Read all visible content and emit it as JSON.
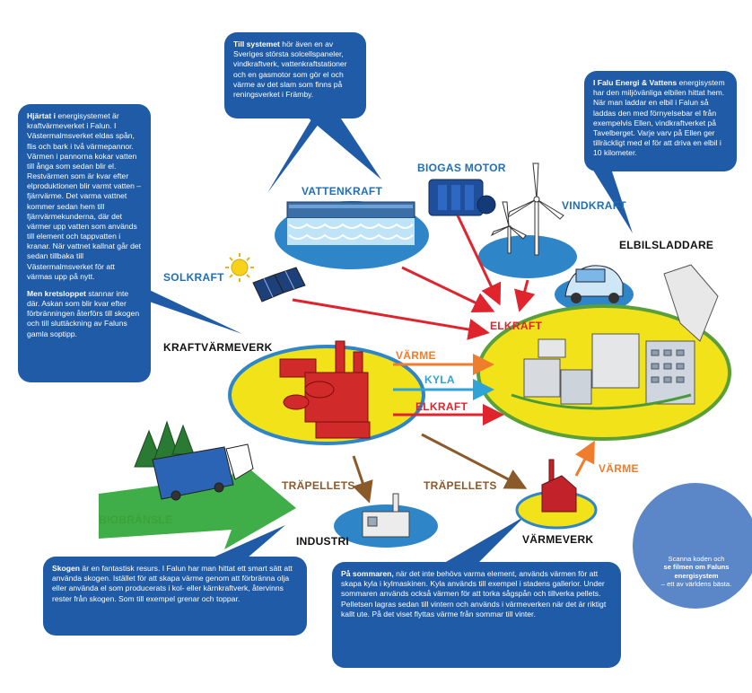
{
  "bubbles": {
    "till_systemet": {
      "lead": "Till systemet",
      "body": " hör även en av Sveriges största solcellspaneler, vindkraftverk, vattenkraftstationer och en gasmotor som gör el och värme av det slam som finns på reningsverket i Främby."
    },
    "falu_energi": {
      "lead": "I Falu Energi & Vattens",
      "body": " energisystem har den miljövänliga elbilen hittat hem. När man laddar en elbil i Falun så laddas den med förnyelsebar el från exempelvis Ellen, vindkraftverket på Tavelberget. Varje varv på Ellen ger tillräckligt med el för att driva en elbil i 10 kilometer."
    },
    "hjartat": {
      "lead": "Hjärtat i",
      "body": " energisystemet är kraftvärmeverket i Falun. I Västermalmsverket eldas spån, flis och bark i två värmepannor. Värmen i pannorna kokar vatten till ånga som sedan blir el. Restvärmen som är kvar efter elproduktionen blir varmt vatten – fjärrvärme. Det varma vattnet kommer sedan hem till fjärrvärmekunderna, där det värmer upp vatten som används till element och tappvatten i kranar. När vattnet kallnat går det sedan tillbaka till Västermalmsverket för att värmas upp på nytt.",
      "lead2": "Men kretsloppet",
      "body2": " stannar inte där. Askan som blir kvar efter förbränningen återförs till skogen och till sluttäckning av Faluns gamla soptipp."
    },
    "skogen": {
      "lead": "Skogen",
      "body": " är en fantastisk resurs. I Falun har man hittat ett smart sätt att använda skogen. Istället för att skapa värme genom att förbränna olja eller använda el som producerats i kol- eller kärnkraftverk, återvinns rester från skogen. Som till exempel grenar och toppar."
    },
    "sommaren": {
      "lead": "På sommaren,",
      "body": " när det inte behövs varma element, används värmen för att skapa kyla i kylmaskinen. Kyla används till exempel i stadens gallerior. Under sommaren används också värmen för att torka sågspån och tillverka pellets. Pelletsen lagras sedan till vintern och används i värmeverken när det är riktigt kallt ute. På det viset flyttas värme från sommar till vinter."
    }
  },
  "labels": {
    "vattenkraft": "VATTENKRAFT",
    "biogas": "BIOGAS MOTOR",
    "vindkraft": "VINDKRAFT",
    "elbilsladdare": "ELBILSLADDARE",
    "solkraft": "SOLKRAFT",
    "elkraft_top": "ELKRAFT",
    "kraftvarmeverk": "KRAFTVÄRMEVERK",
    "varme_1": "VÄRME",
    "kyla": "KYLA",
    "elkraft_2": "ELKRAFT",
    "trapellets_1": "TRÄPELLETS",
    "trapellets_2": "TRÄPELLETS",
    "varme_2": "VÄRME",
    "biobransle": "BIOBRÄNSLE",
    "industri": "INDUSTRI",
    "varmeverk": "VÄRMEVERK"
  },
  "qr": {
    "line1": "Scanna koden och",
    "line2": "se filmen om Faluns energisystem",
    "line3": "– ett av världens bästa."
  },
  "colors": {
    "bubble_blue": "#1f5ba6",
    "platform_yellow": "#f2e21a",
    "platform_blue": "#2e86c8",
    "arrow_red": "#e0242e",
    "arrow_orange": "#ef7d2b",
    "arrow_cyan": "#2ea3d8",
    "arrow_brown": "#8a5a2b",
    "label_green": "#3aa335",
    "qr_circle": "#5b87c9"
  },
  "icons": [
    "hydro-dam-icon",
    "biogas-engine-icon",
    "wind-turbine-icon",
    "solar-panel-icon",
    "sun-icon",
    "electric-car-icon",
    "power-plant-icon",
    "city-buildings-icon",
    "truck-icon",
    "forest-icon",
    "factory-icon",
    "heating-plant-icon",
    "qr-code-icon"
  ]
}
